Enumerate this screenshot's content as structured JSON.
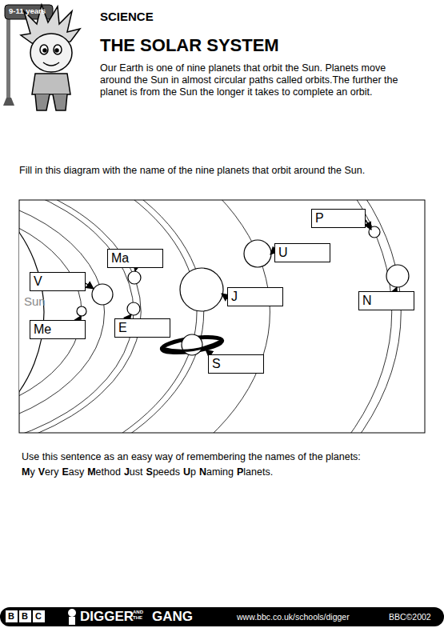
{
  "diagram": {
    "title": "THE SOLAR SYSTEM",
    "nodes": [
      {
        "text": [
          "P"
        ]
      },
      {
        "text": [
          "U"
        ]
      },
      {
        "text": [
          "Ma"
        ]
      },
      {
        "text": [
          "V"
        ]
      },
      {
        "text": [
          "J"
        ]
      },
      {
        "text": [
          "N"
        ]
      },
      {
        "text": [
          "Me"
        ]
      },
      {
        "text": [
          "E"
        ]
      },
      {
        "text": [
          "S"
        ]
      }
    ],
    "labels": [
      "9-11 years",
      "SCIENCE",
      "Our Earth is one of nine planets that orbit the Sun. Planets move around the Sun in almost circular paths called orbits.The further the planet is from the Sun the longer it takes to complete an orbit.",
      "Fill in this diagram with the name of the nine planets that orbit around the Sun.",
      "Sun",
      "Use this sentence as an easy way of remembering the names of the planets:",
      "My",
      "Very",
      "Easy",
      "Method",
      "Just",
      "Speeds",
      "Up",
      "Naming",
      "Planets.",
      "B",
      "B",
      "C",
      "DIGGER",
      "AND THE",
      "GANG",
      "www.bbc.co.uk/schools/digger",
      "BBC©2002"
    ]
  }
}
